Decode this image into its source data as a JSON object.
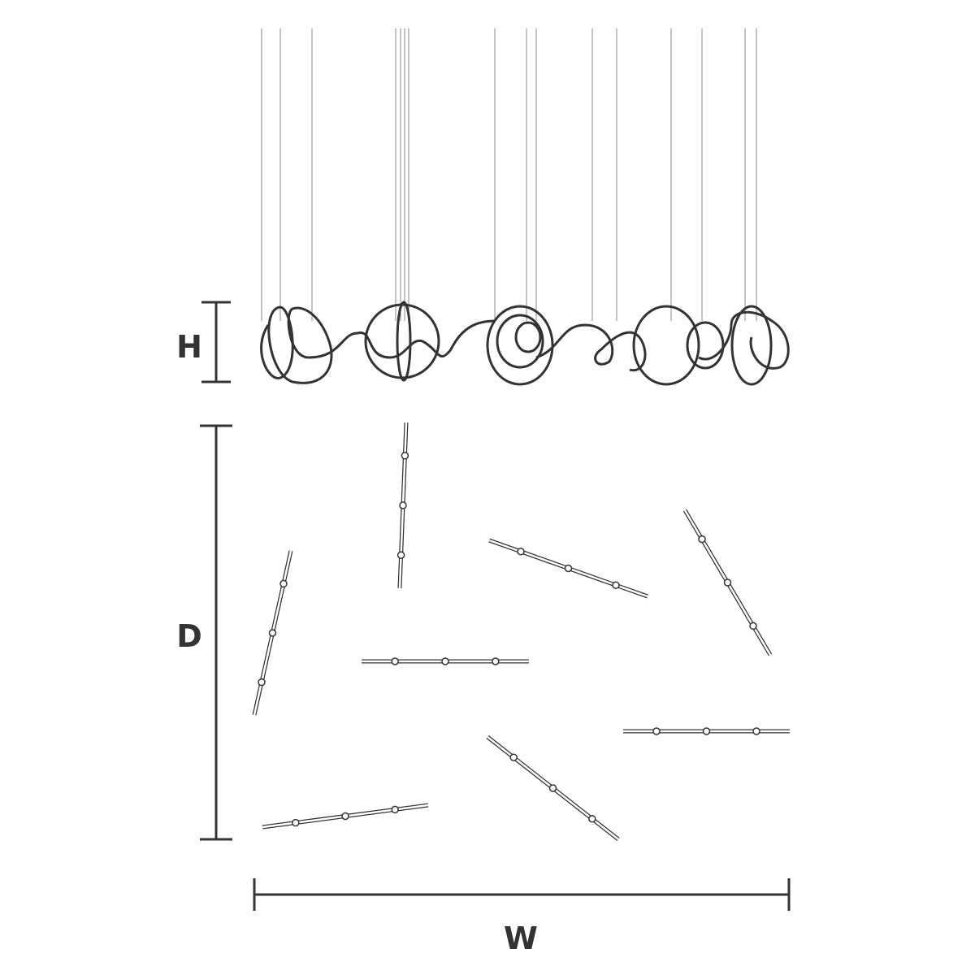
{
  "dimensions": {
    "height_label": "H",
    "depth_label": "D",
    "width_label": "W"
  },
  "colors": {
    "line": "#333333",
    "wire": "#777777"
  }
}
